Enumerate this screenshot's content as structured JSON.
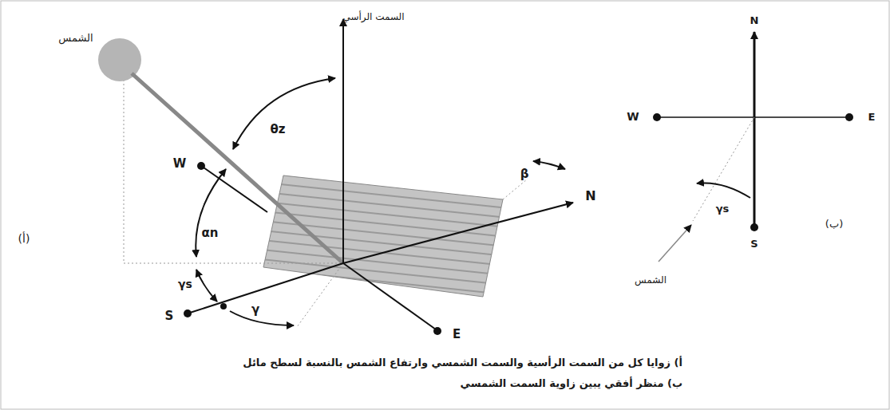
{
  "diagram": {
    "labels": [
      "الشمس",
      "السمت الرأسي",
      "θz",
      "W",
      "αn",
      "(أ)",
      "γs",
      "S",
      "γ",
      "β",
      "N",
      "E",
      "N",
      "W",
      "E",
      "γs",
      "(ب)",
      "الشمس",
      "S",
      "أ) زوايا كل من السمت الرأسية والسمت الشمسي وارتفاع الشمس بالنسبة لسطح مائل",
      "ب) منظر أفقي يبين زاوية السمت الشمسي"
    ]
  }
}
